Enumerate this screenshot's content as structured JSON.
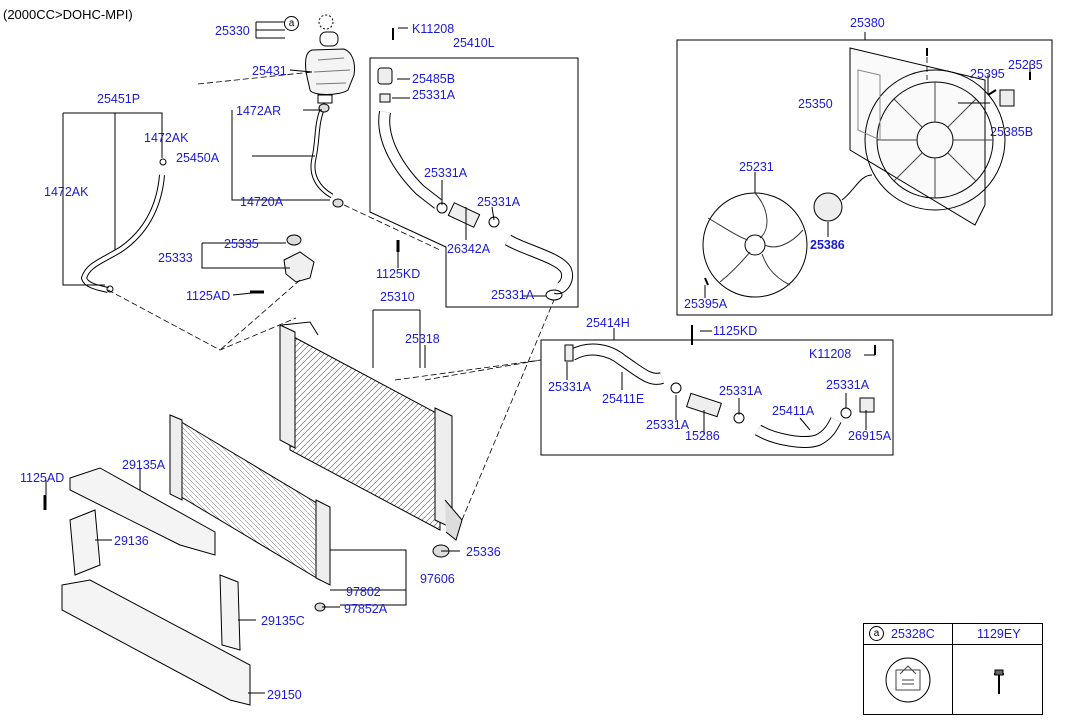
{
  "header": {
    "engine_variant": "(2000CC>DOHC-MPI)"
  },
  "callout_letter": "a",
  "part_labels": {
    "p25330": "25330",
    "p25431": "25431",
    "p25451P": "25451P",
    "p1472AK_a": "1472AK",
    "p1472AR": "1472AR",
    "p25450A": "25450A",
    "p1472AK_b": "1472AK",
    "p14720A": "14720A",
    "p25335": "25335",
    "p25333": "25333",
    "p1125AD_a": "1125AD",
    "pK11208_a": "K11208",
    "p25410L": "25410L",
    "p25485B": "25485B",
    "p25331A_1": "25331A",
    "p25331A_2": "25331A",
    "p25331A_3": "25331A",
    "p26342A": "26342A",
    "p1125KD_a": "1125KD",
    "p25331A_4": "25331A",
    "p25310": "25310",
    "p25318": "25318",
    "p25380": "25380",
    "p25395": "25395",
    "p25235": "25235",
    "p25350": "25350",
    "p25385B": "25385B",
    "p25231": "25231",
    "p25386": "25386",
    "p25395A": "25395A",
    "p25414H": "25414H",
    "p1125KD_b": "1125KD",
    "pK11208_b": "K11208",
    "p25331A_5": "25331A",
    "p25411E": "25411E",
    "p25331A_6": "25331A",
    "p25331A_7": "25331A",
    "p25331A_8": "25331A",
    "p15286": "15286",
    "p25411A": "25411A",
    "p26915A": "26915A",
    "p1125AD_b": "1125AD",
    "p29135A": "29135A",
    "p29136": "29136",
    "p25336": "25336",
    "p97606": "97606",
    "p97802": "97802",
    "p97852A": "97852A",
    "p29135C": "29135C",
    "p29150": "29150"
  },
  "legend_table": {
    "col1_letter": "a",
    "col1_part": "25328C",
    "col2_part": "1129EY"
  },
  "colors": {
    "label": "#1a1ad8",
    "line": "#000000"
  }
}
